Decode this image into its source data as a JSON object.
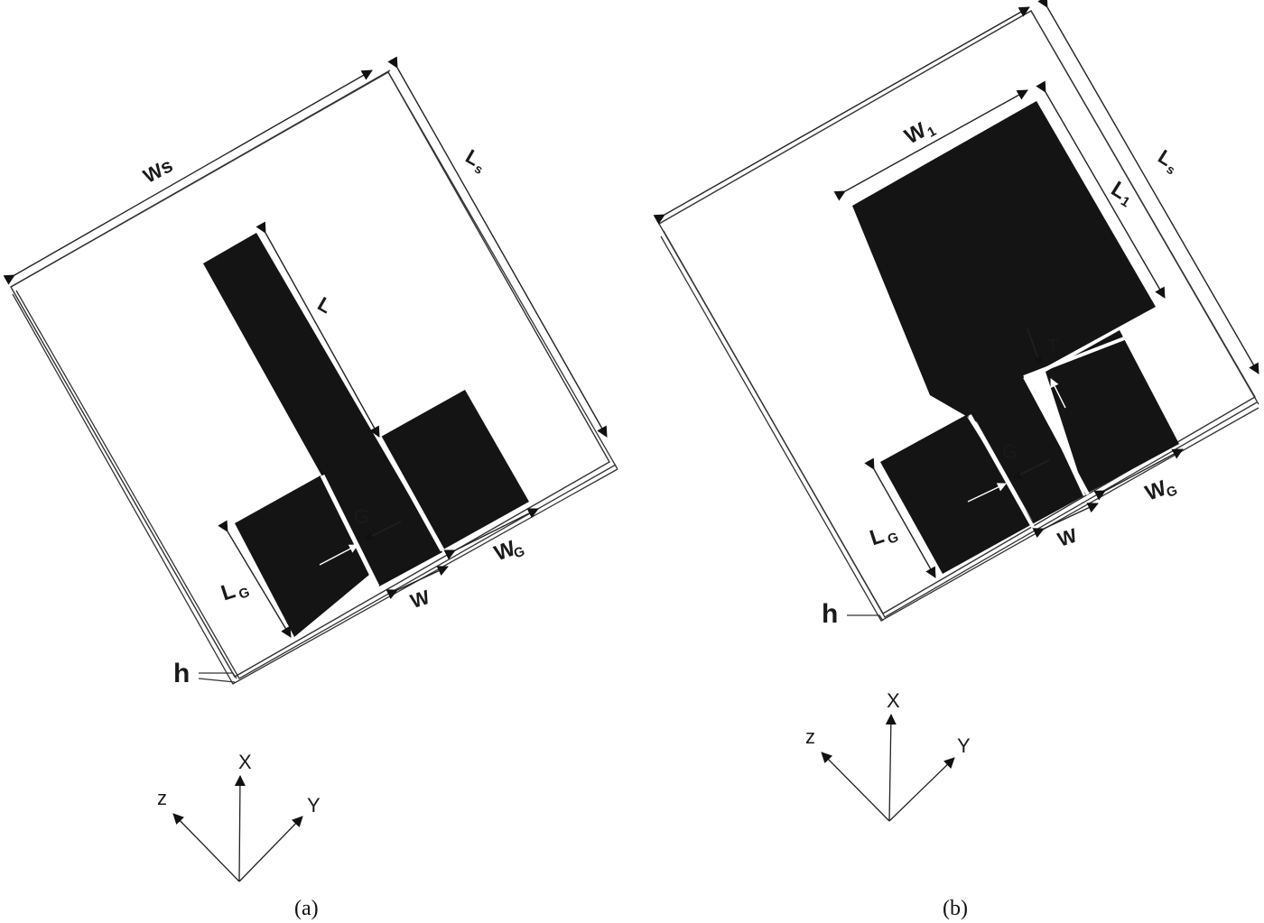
{
  "panel_a": {
    "caption": "(a)",
    "labels": {
      "ws": "Ws",
      "ls_main": "L",
      "ls_sub": "s",
      "l": "L",
      "g": "G",
      "wg_main": "W",
      "wg_sub": "G",
      "lg_main": "L",
      "lg_sub": "G",
      "w": "W",
      "h": "h"
    },
    "axes": {
      "x": "X",
      "y": "Y",
      "z": "z"
    }
  },
  "panel_b": {
    "caption": "(b)",
    "labels": {
      "w1_main": "W",
      "w1_sub": "1",
      "l1_main": "L",
      "l1_sub": "1",
      "ls_main": "L",
      "ls_sub": "s",
      "t": "T",
      "g": "G",
      "wg_main": "W",
      "wg_sub": "G",
      "lg_main": "L",
      "lg_sub": "G",
      "w": "W",
      "h": "h"
    },
    "axes": {
      "x": "X",
      "y": "Y",
      "z": "z"
    }
  },
  "colors": {
    "metal": "#141414",
    "substrate": "#ffffff",
    "line": "#222222"
  }
}
